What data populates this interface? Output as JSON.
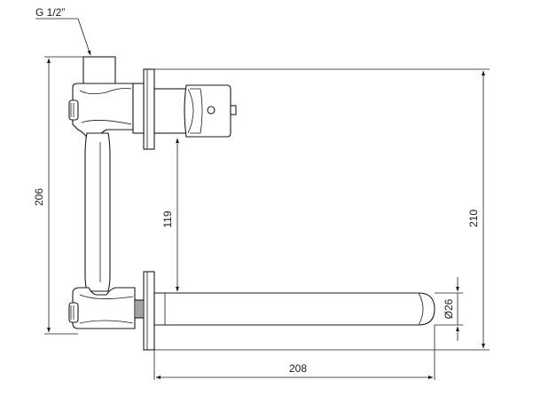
{
  "drawing": {
    "thread_label": "G 1/2”",
    "dims": {
      "height_overall": "206",
      "height_inlet_to_spout": "119",
      "height_total": "210",
      "spout_diameter": "Ø26",
      "spout_length": "208"
    }
  }
}
